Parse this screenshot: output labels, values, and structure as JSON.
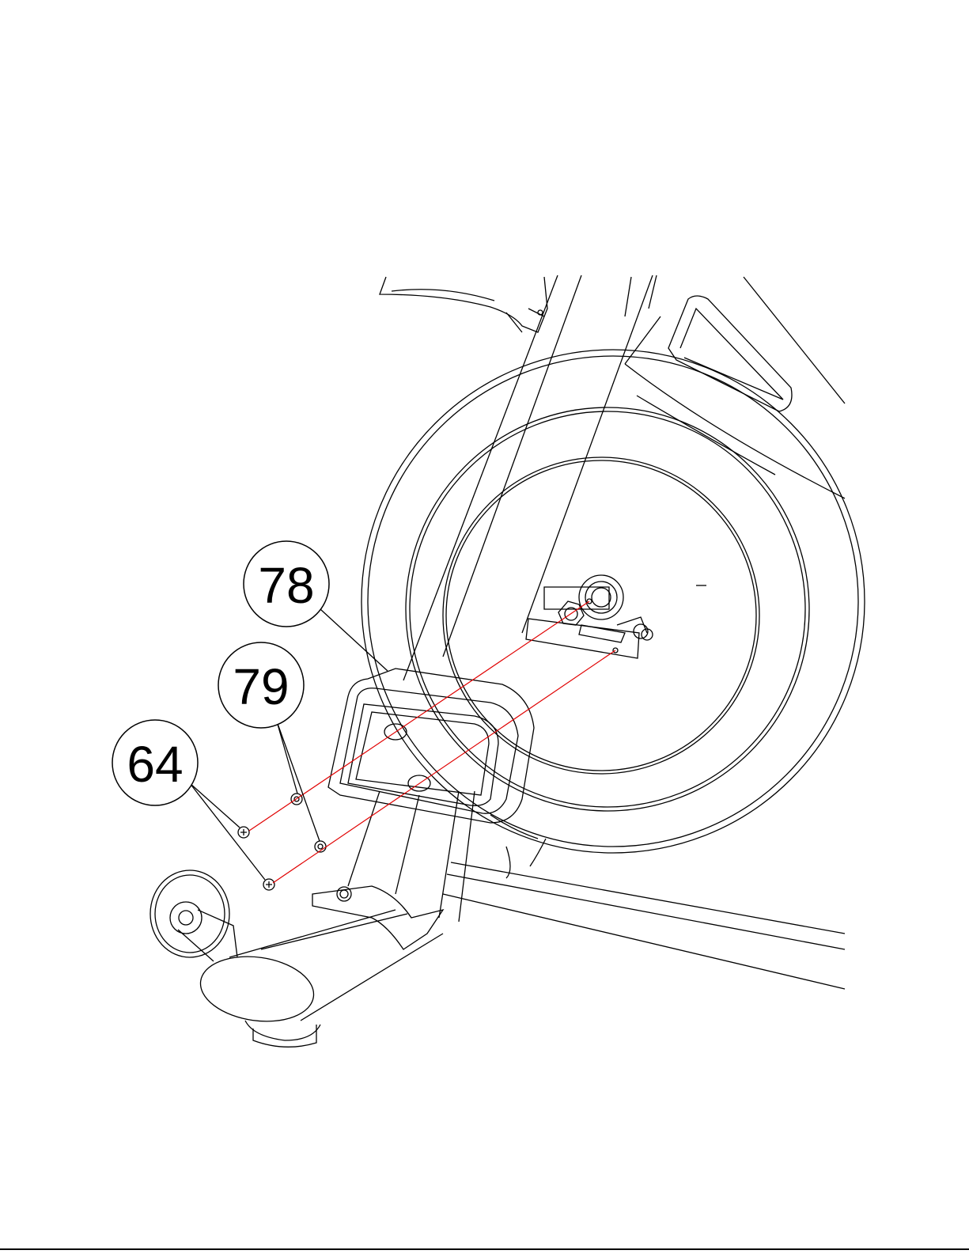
{
  "callouts": [
    {
      "id": "callout-78",
      "label": "78"
    },
    {
      "id": "callout-79",
      "label": "79"
    },
    {
      "id": "callout-64",
      "label": "64"
    }
  ],
  "colors": {
    "line": "#000000",
    "fill": "#ffffff",
    "alignment_line": "#e00000"
  }
}
